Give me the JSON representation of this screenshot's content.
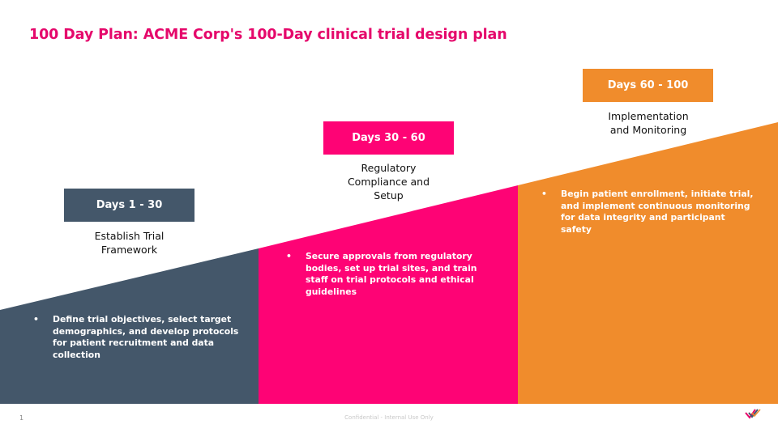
{
  "slide": {
    "title": "100 Day Plan: ACME Corp's 100-Day clinical trial design plan"
  },
  "phases": [
    {
      "days": "Days 1 - 30",
      "name": "Establish Trial Framework",
      "description": "Define trial objectives, select target demographics, and develop protocols for patient recruitment and data collection",
      "color": "#44576a"
    },
    {
      "days": "Days 30 - 60",
      "name": "Regulatory Compliance and Setup",
      "description": "Secure approvals from regulatory bodies, set up trial sites, and train staff on trial protocols and ethical guidelines",
      "color": "#fe0375"
    },
    {
      "days": "Days 60 - 100",
      "name": "Implementation and Monitoring",
      "description": "Begin patient enrollment, initiate trial, and implement continuous monitoring for data integrity and participant safety",
      "color": "#f08c2c"
    }
  ],
  "footer": {
    "page_number": "1",
    "confidential": "Confidential - Internal Use Only",
    "logo": "checkmark-logo-icon"
  },
  "colors": {
    "title": "#e5086b",
    "slate": "#44576a",
    "pink": "#fe0375",
    "orange": "#f08c2c"
  }
}
